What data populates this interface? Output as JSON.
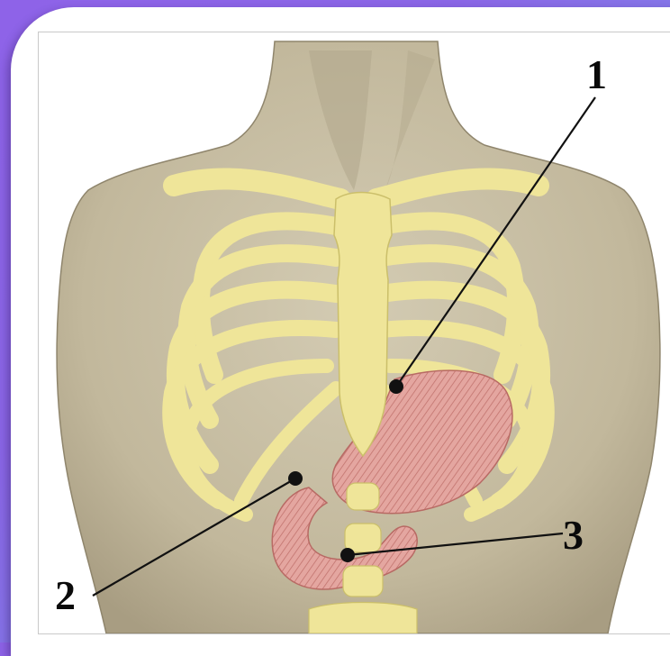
{
  "diagram": {
    "labels": [
      {
        "id": "label-1",
        "text": "1"
      },
      {
        "id": "label-2",
        "text": "2"
      },
      {
        "id": "label-3",
        "text": "3"
      }
    ]
  },
  "colors": {
    "skin": "#c9bfa4",
    "bone": "#ede394",
    "organ": "#d98f8a",
    "leader": "#111111",
    "background_start": "#8e63e8",
    "background_end": "#6fb0ea"
  }
}
